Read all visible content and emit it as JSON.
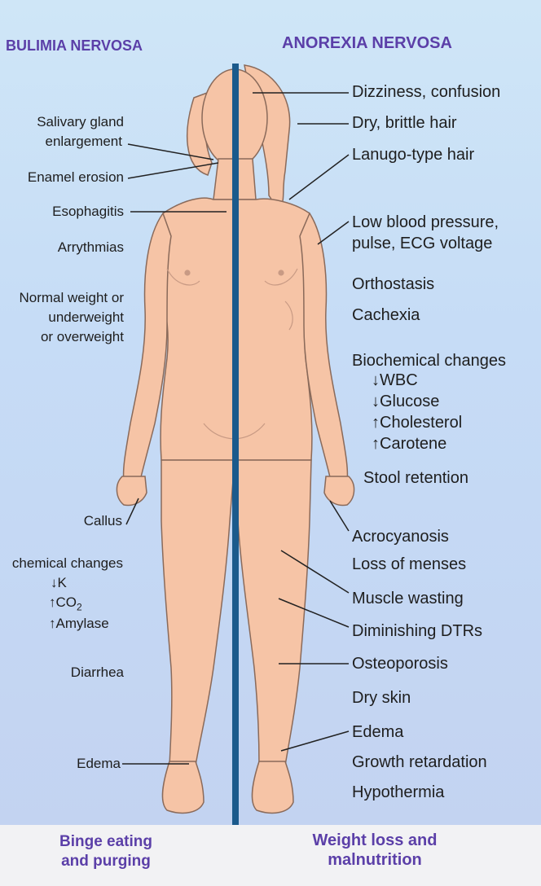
{
  "headers": {
    "bulimia": "BULIMIA NERVOSA",
    "anorexia": "ANOREXIA NERVOSA"
  },
  "bulimia_labels": [
    "Salivary gland",
    "enlargement",
    "Enamel erosion",
    "Esophagitis",
    "Arrythmias",
    "Normal weight or",
    "underweight",
    "or overweight",
    "Callus",
    "chemical changes",
    "↓K",
    "↑CO",
    "2",
    "↑Amylase",
    "Diarrhea",
    "Edema"
  ],
  "anorexia_labels": [
    "Dizziness, confusion",
    "Dry, brittle hair",
    "Lanugo-type hair",
    "Low blood pressure,",
    "pulse, ECG voltage",
    "Orthostasis",
    "Cachexia",
    "Biochemical changes",
    "↓WBC",
    "↓Glucose",
    "↑Cholesterol",
    "↑Carotene",
    "Stool retention",
    "Acrocyanosis",
    "Loss of menses",
    "Muscle wasting",
    "Diminishing DTRs",
    "Osteoporosis",
    "Dry skin",
    "Edema",
    "Growth retardation",
    "Hypothermia"
  ],
  "footer": {
    "bulimia_line1": "Binge eating",
    "bulimia_line2": "and purging",
    "anorexia_line1": "Weight loss and",
    "anorexia_line2": "malnutrition"
  },
  "colors": {
    "divider": "#1b5a8c",
    "skin": "#f6c4a6",
    "skin_outline": "#8a6a5a",
    "header": "#5b3fa8"
  }
}
